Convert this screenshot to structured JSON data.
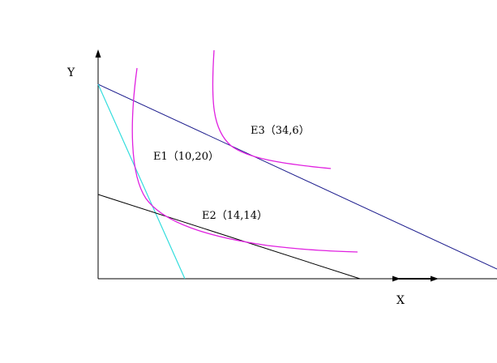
{
  "axes": {
    "y_label": "Y",
    "x_label": "X"
  },
  "points": [
    {
      "id": "E1",
      "label": "E1（10,20）"
    },
    {
      "id": "E2",
      "label": "E2（14,14）"
    },
    {
      "id": "E3",
      "label": "E3（34,6）"
    }
  ],
  "colors": {
    "axis": "#000000",
    "budget_high": "#1a1a8c",
    "budget_low": "#000000",
    "budget_steep": "#33dddd",
    "indifference": "#e020e0"
  }
}
